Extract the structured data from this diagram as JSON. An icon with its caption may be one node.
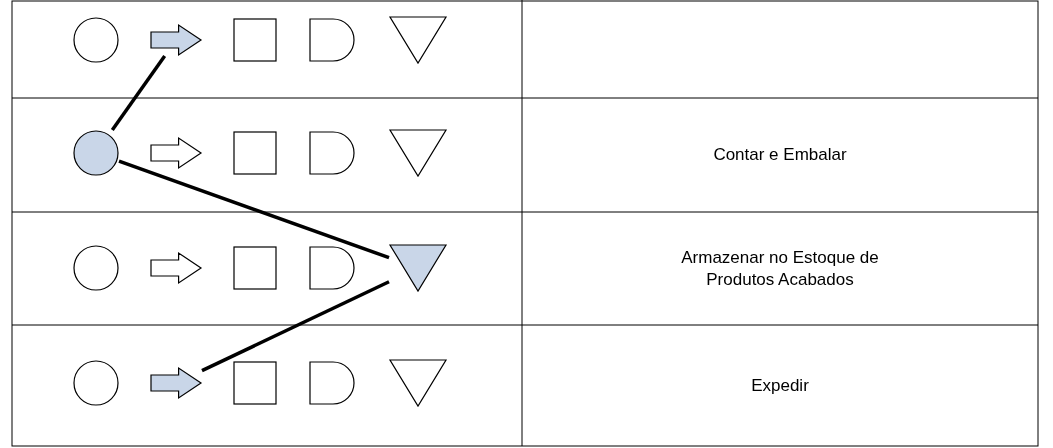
{
  "diagram": {
    "nodes": [
      {
        "text": [],
        "shape": "circle"
      },
      {
        "text": [],
        "shape": "arrow"
      },
      {
        "text": [],
        "shape": "box"
      },
      {
        "text": [],
        "shape": "dome"
      },
      {
        "text": [],
        "shape": "triangle"
      },
      {
        "text": [],
        "shape": "circle"
      },
      {
        "text": [],
        "shape": "arrow"
      },
      {
        "text": [],
        "shape": "box"
      },
      {
        "text": [],
        "shape": "dome"
      },
      {
        "text": [],
        "shape": "triangle"
      },
      {
        "text": [],
        "shape": "circle"
      },
      {
        "text": [],
        "shape": "arrow"
      },
      {
        "text": [],
        "shape": "box"
      },
      {
        "text": [],
        "shape": "dome"
      },
      {
        "text": [],
        "shape": "triangle"
      },
      {
        "text": [],
        "shape": "circle"
      },
      {
        "text": [],
        "shape": "arrow"
      },
      {
        "text": [],
        "shape": "box"
      },
      {
        "text": [],
        "shape": "dome"
      },
      {
        "text": [],
        "shape": "triangle"
      }
    ],
    "edges": [
      {
        "from": 1,
        "to": 5,
        "arrow": "none"
      },
      {
        "from": 5,
        "to": 14,
        "arrow": "none"
      },
      {
        "from": 14,
        "to": 16,
        "arrow": "none"
      }
    ],
    "labels": [
      "Contar e Embalar",
      "Armazenar no Estoque de Produtos Acabados",
      "Expedir"
    ]
  }
}
